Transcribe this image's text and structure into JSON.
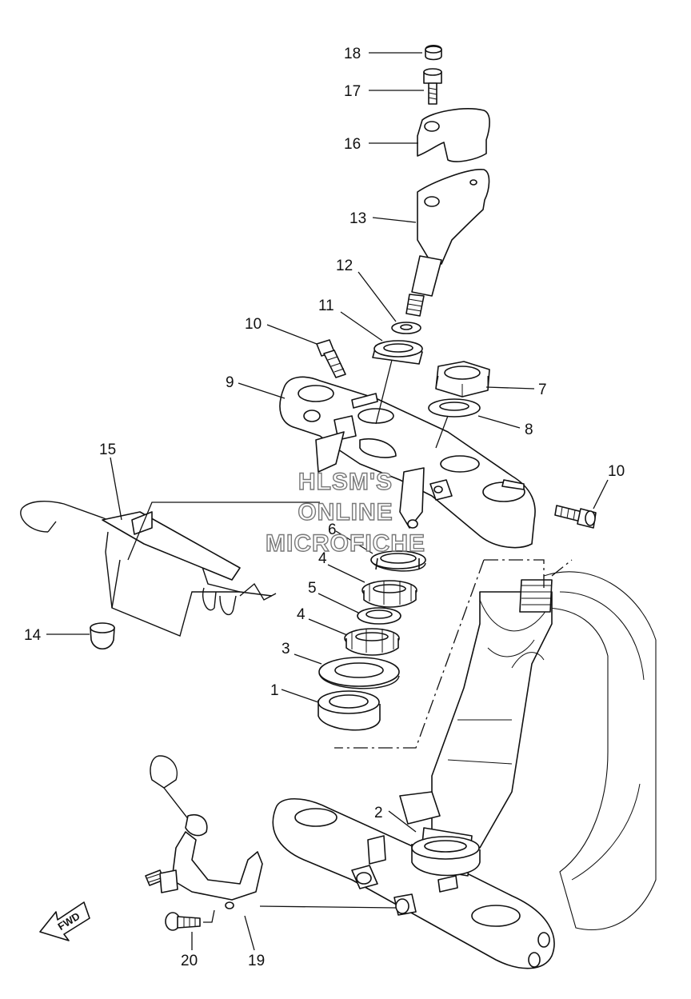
{
  "watermark": {
    "line1": "HLSM'S",
    "line2": "ONLINE",
    "line3": "MICROFICHE"
  },
  "fwd_label": "FWD",
  "callouts": {
    "c18": "18",
    "c17": "17",
    "c16": "16",
    "c13": "13",
    "c12": "12",
    "c11": "11",
    "c10a": "10",
    "c9": "9",
    "c7": "7",
    "c8": "8",
    "c10b": "10",
    "c15": "15",
    "c6": "6",
    "c4a": "4",
    "c5": "5",
    "c4b": "4",
    "c3": "3",
    "c1": "1",
    "c14": "14",
    "c2": "2",
    "c20": "20",
    "c19": "19"
  }
}
